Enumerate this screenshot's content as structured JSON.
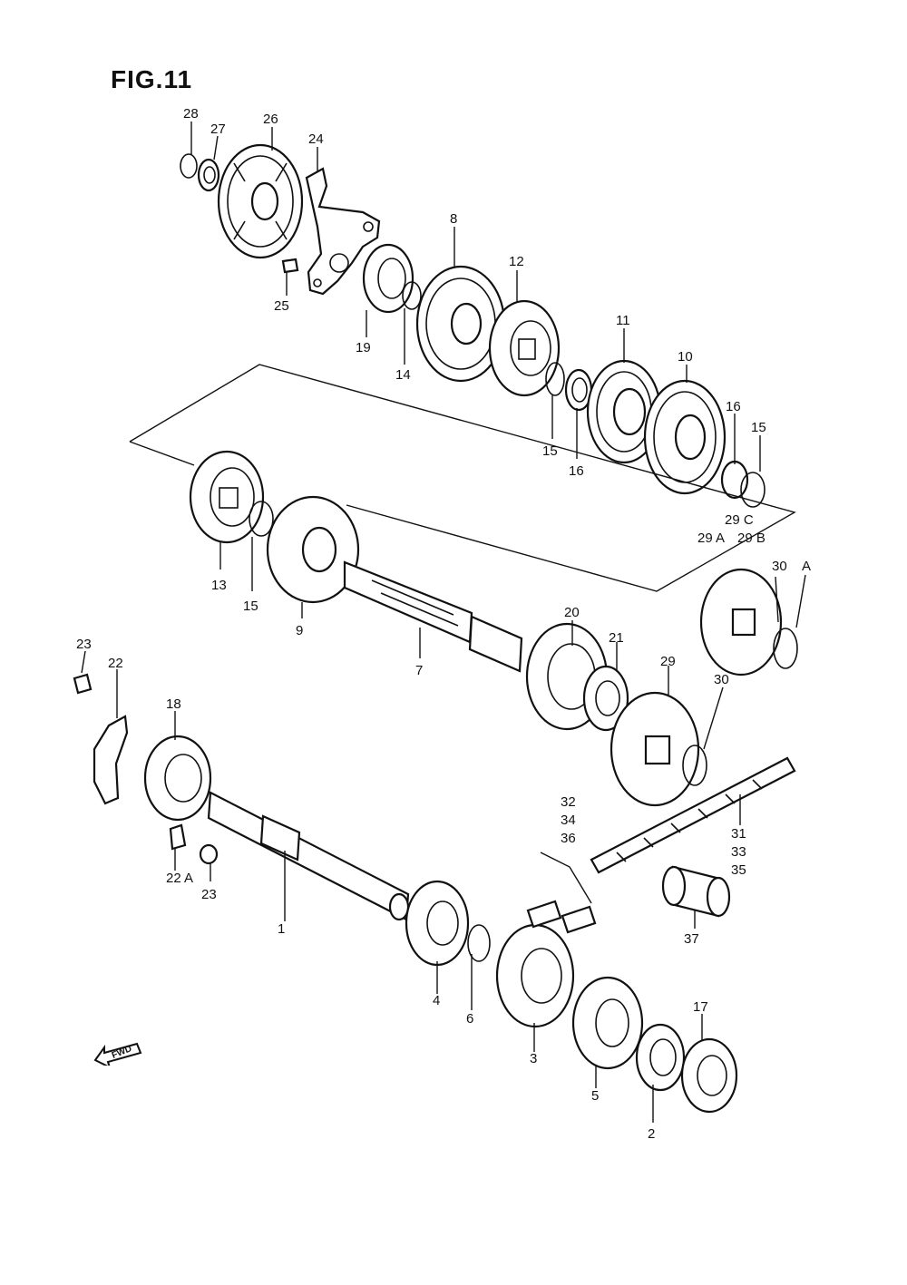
{
  "title": "FIG.11",
  "fwd_label": "FWD",
  "callouts": {
    "p28": "28",
    "p27": "27",
    "p26": "26",
    "p24": "24",
    "p25": "25",
    "p19": "19",
    "p8": "8",
    "p14": "14",
    "p12": "12",
    "p11": "11",
    "p10": "10",
    "p15a": "15",
    "p16a": "16",
    "p16b": "16",
    "p15b": "15",
    "p29c": "29 C",
    "p29a": "29 A",
    "p29b": "29 B",
    "p30a": "30",
    "pA": "A",
    "p13": "13",
    "p15c": "15",
    "p9": "9",
    "p7": "7",
    "p20": "20",
    "p21": "21",
    "p29": "29",
    "p30": "30",
    "p23a": "23",
    "p22": "22",
    "p18": "18",
    "p22a": "22 A",
    "p23b": "23",
    "p1": "1",
    "p4": "4",
    "p6": "6",
    "p3": "3",
    "p5": "5",
    "p2": "2",
    "p17": "17",
    "p32": "32",
    "p34": "34",
    "p36": "36",
    "p31": "31",
    "p33": "33",
    "p35": "35",
    "p37": "37"
  }
}
